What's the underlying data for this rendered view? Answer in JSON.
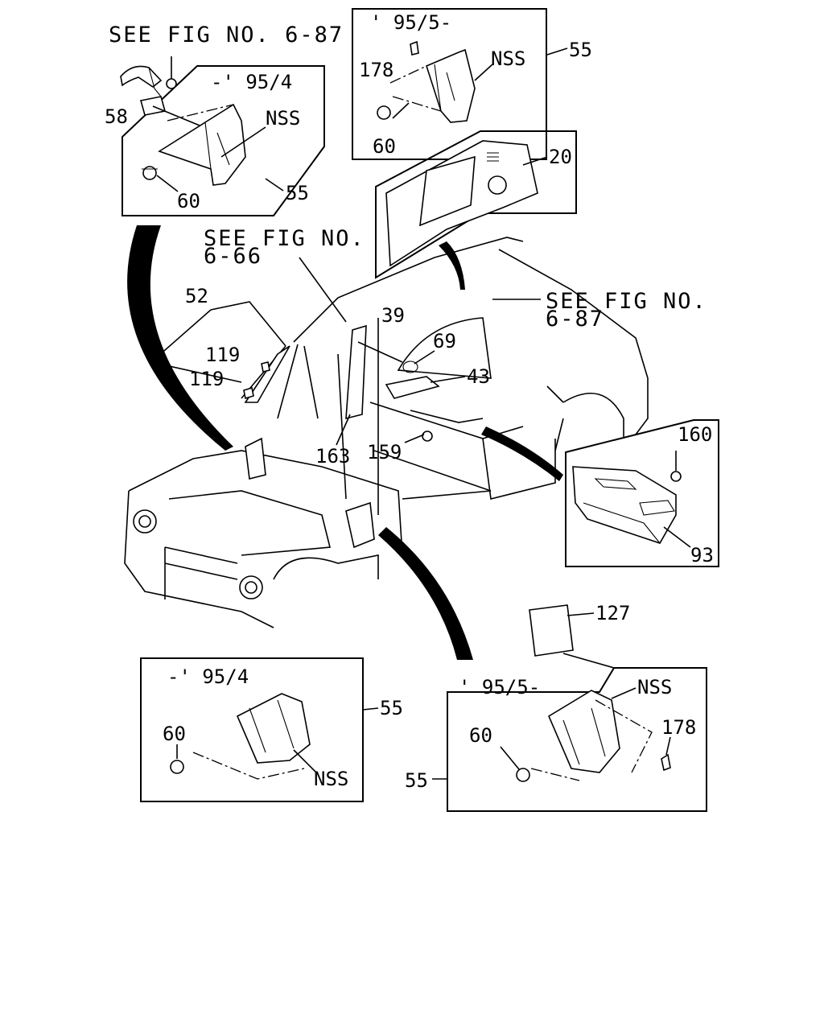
{
  "labels": {
    "see_fig_6_87_top": "SEE FIG NO. 6-87",
    "see_fig_6_66_l1": "SEE FIG NO.",
    "see_fig_6_66_l2": "6-66",
    "see_fig_6_87_right_l1": "SEE FIG NO.",
    "see_fig_6_87_right_l2": "6-87",
    "period_before_95_4": "-' 95/4",
    "period_from_95_5": "' 95/5-",
    "nss": "NSS"
  },
  "callouts": {
    "p20": "20",
    "p39": "39",
    "p43": "43",
    "p52": "52",
    "p55": "55",
    "p58": "58",
    "p60": "60",
    "p69": "69",
    "p93": "93",
    "p119": "119",
    "p127": "127",
    "p159": "159",
    "p160": "160",
    "p163": "163",
    "p178": "178"
  }
}
